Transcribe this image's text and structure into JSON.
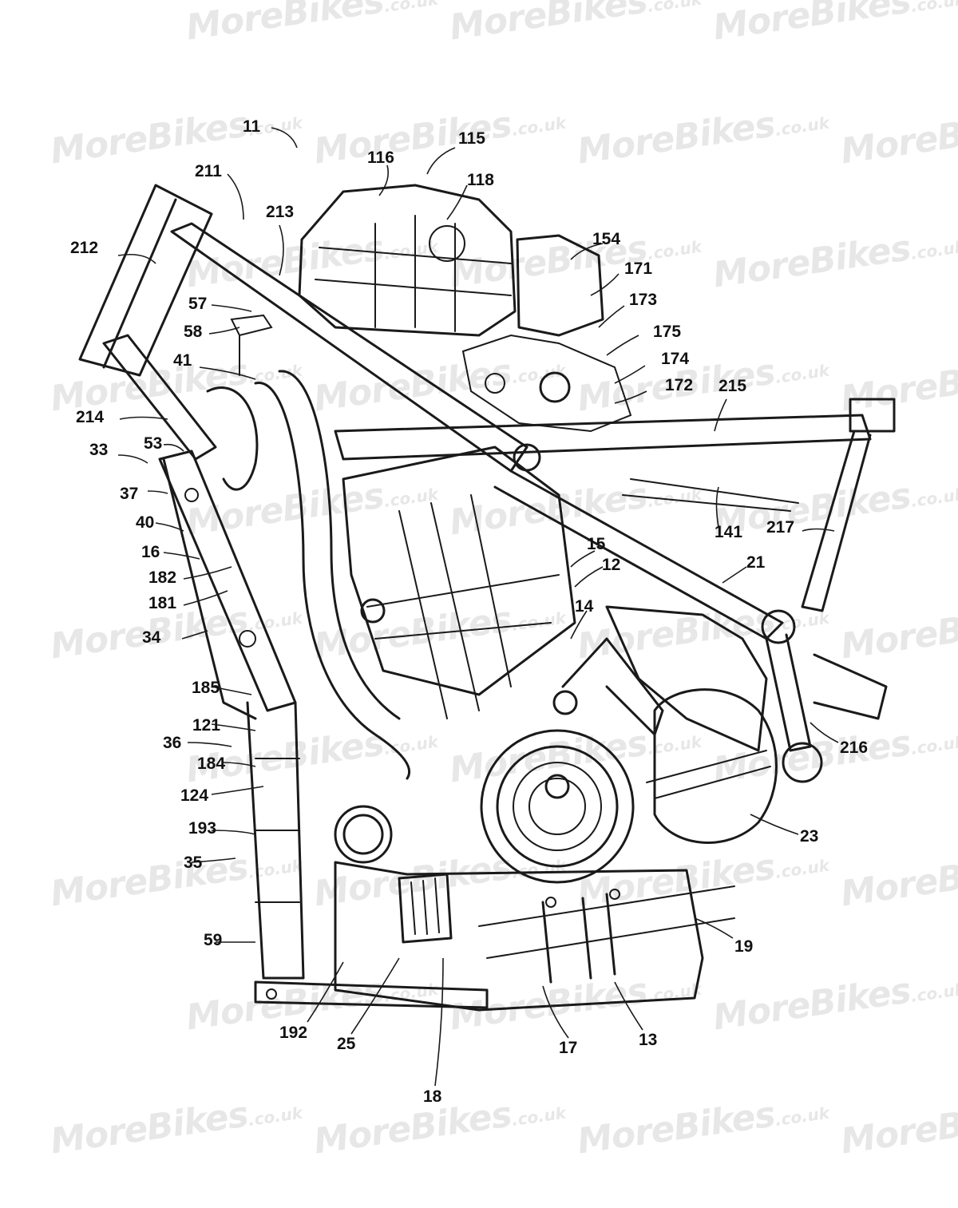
{
  "watermark": {
    "brand": "MoreBikes",
    "suffix": ".co.uk"
  },
  "callouts": [
    "11",
    "115",
    "116",
    "118",
    "211",
    "212",
    "213",
    "154",
    "171",
    "173",
    "175",
    "174",
    "172",
    "215",
    "57",
    "58",
    "41",
    "214",
    "53",
    "33",
    "37",
    "40",
    "16",
    "182",
    "181",
    "34",
    "185",
    "121",
    "36",
    "184",
    "124",
    "193",
    "35",
    "59",
    "192",
    "25",
    "18",
    "17",
    "13",
    "19",
    "23",
    "216",
    "217",
    "21",
    "141",
    "15",
    "12",
    "14"
  ]
}
